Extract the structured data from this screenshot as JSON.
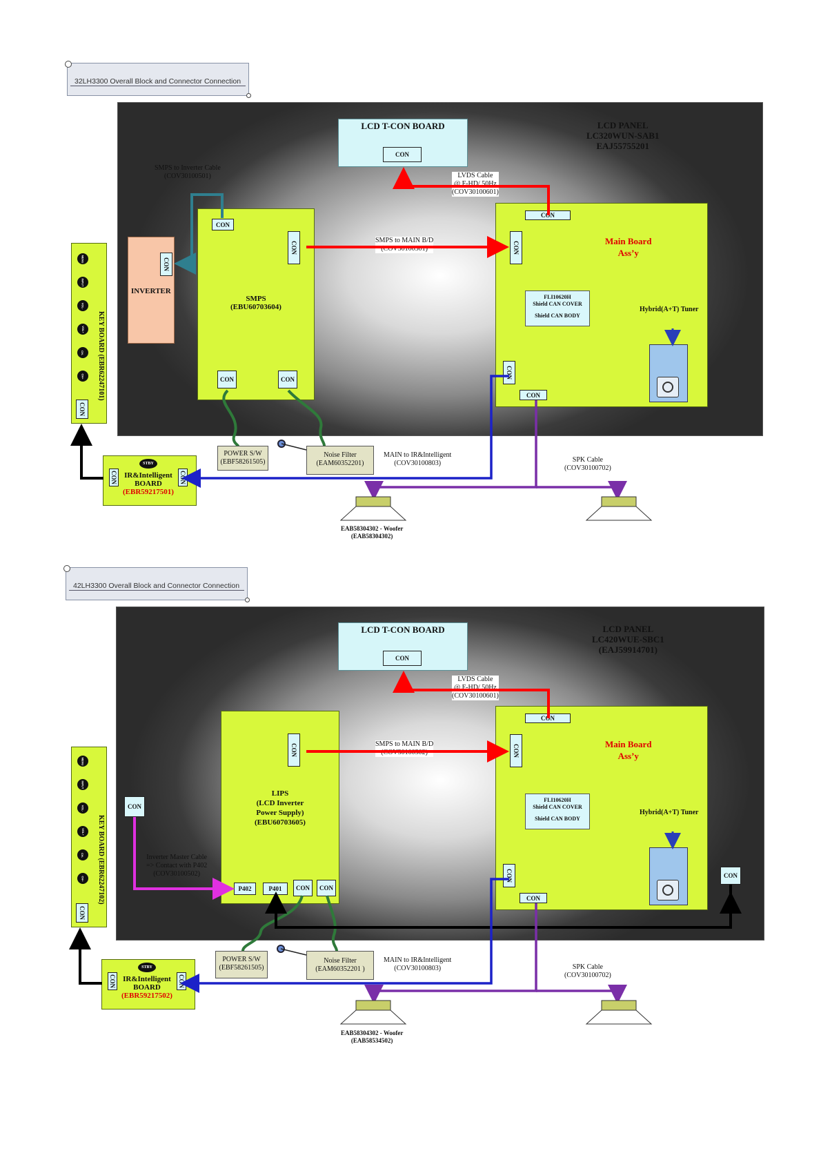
{
  "diagrams": [
    {
      "title": "32LH3300  Overall Block and Connector Connection",
      "panel": {
        "line1": "LCD PANEL",
        "line2": "LC320WUN-SAB1",
        "line3": "EAJ55755201"
      },
      "tcon": {
        "label": "LCD T-CON BOARD",
        "con": "CON"
      },
      "lvds": {
        "l1": "LVDS Cable",
        "l2": "@ F-HD/ 50Hz",
        "l3": "(COV30100601)"
      },
      "smps_inverter_cable": {
        "l1": "SMPS to Inverter Cable",
        "l2": "(COV30100501)"
      },
      "inverter": "INVERTER",
      "smps": {
        "l1": "SMPS",
        "l2": "(EBU60703604)",
        "con": "CON"
      },
      "smps_main_cable": {
        "l1": "SMPS to MAIN B/D",
        "l2": "(COV30100301)"
      },
      "main": {
        "l1": "Main Board",
        "l2": "Ass’y",
        "con": "CON"
      },
      "shield": {
        "l1": "FLI10620H",
        "l2": "Shield CAN COVER",
        "l3": "Shield CAN BODY"
      },
      "tuner": "Hybrid(A+T) Tuner",
      "keyboard": {
        "label": "KEY BOARD  (EBR62247101)",
        "con": "CON",
        "buttons": [
          "MENU",
          "INPUT",
          "VOL-",
          "VOL+",
          "CH-",
          "CH+"
        ]
      },
      "power_sw": {
        "l1": "POWER S/W",
        "l2": "(EBF58261505)"
      },
      "noise_filter": {
        "l1": "Noise Filter",
        "l2": "(EAM60352201)"
      },
      "main_ir_cable": {
        "l1": "MAIN to IR&Intelligent",
        "l2": "(COV30100803)"
      },
      "ir_board": {
        "stby": "STBY",
        "l1": "IR&Intelligent",
        "l2": "BOARD",
        "l3": "(EBR59217501)",
        "con": "CON"
      },
      "spk": {
        "l1": "SPK Cable",
        "l2": "(COV30100702)"
      },
      "woofer": {
        "l1": "EAB58304302 - Woofer",
        "l2": "(EAB58304302)"
      }
    },
    {
      "title": "42LH3300  Overall Block and Connector Connection",
      "panel": {
        "line1": "LCD PANEL",
        "line2": "LC420WUE-SBC1",
        "line3": "(EAJ59914701)"
      },
      "tcon": {
        "label": "LCD T-CON BOARD",
        "con": "CON"
      },
      "lvds": {
        "l1": "LVDS Cable",
        "l2": "@ F-HD/ 50Hz",
        "l3": "(COV30100601)"
      },
      "lips": {
        "l1": "LIPS",
        "l2": "(LCD Inverter",
        "l3": "Power Supply)",
        "l4": "(EBU60703605)",
        "p402": "P402",
        "p401": "P401",
        "con": "CON"
      },
      "inverter_master": {
        "l1": "Inverter Master Cable",
        "l2": "=> Contact with P402",
        "l3": "(COV30100502)"
      },
      "smps_main_cable": {
        "l1": "SMPS to MAIN B/D",
        "l2": "(COV30100302)"
      },
      "main": {
        "l1": "Main Board",
        "l2": "Ass’y",
        "con": "CON"
      },
      "shield": {
        "l1": "FLI10620H",
        "l2": "Shield CAN COVER",
        "l3": "Shield CAN BODY"
      },
      "tuner": "Hybrid(A+T) Tuner",
      "keyboard": {
        "label": "KEY BOARD  (EBR62247102)",
        "con": "CON",
        "buttons": [
          "MENU",
          "INPUT",
          "VOL-",
          "VOL+",
          "CH-",
          "CH+"
        ]
      },
      "power_sw": {
        "l1": "POWER S/W",
        "l2": "(EBF58261505)"
      },
      "noise_filter": {
        "l1": "Noise Filter",
        "l2": "(EAM60352201 )"
      },
      "main_ir_cable": {
        "l1": "MAIN to IR&Intelligent",
        "l2": "(COV30100803)"
      },
      "ir_board": {
        "stby": "STBY",
        "l1": "IR&Intelligent",
        "l2": "BOARD",
        "l3": "(EBR59217502)",
        "con": "CON"
      },
      "spk": {
        "l1": "SPK Cable",
        "l2": "(COV30100702)"
      },
      "woofer": {
        "l1": "EAB58304302 - Woofer",
        "l2": "(EAB58534502)"
      }
    }
  ],
  "colors": {
    "lvds": "#ff0000",
    "smps_main": "#ff0000",
    "ir": "#1c22c8",
    "spk": "#7a2fa8",
    "green": "#2f7a3a",
    "teal": "#2f7f8f",
    "magenta": "#e030e0",
    "black": "#000000"
  }
}
